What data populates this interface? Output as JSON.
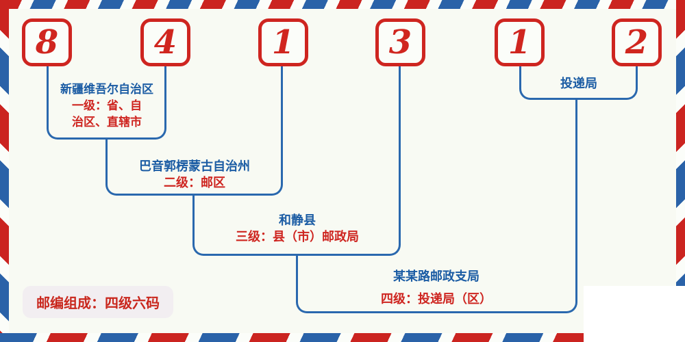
{
  "postal_code": {
    "digits": [
      "8",
      "4",
      "1",
      "3",
      "1",
      "2"
    ]
  },
  "levels": [
    {
      "name": "新疆维吾尔自治区",
      "desc_line1": "一级：省、自",
      "desc_line2": "治区、直辖市"
    },
    {
      "name": "巴音郭楞蒙古自治州",
      "desc": "二级：邮区"
    },
    {
      "name": "和静县",
      "desc": "三级：县（市）邮政局"
    },
    {
      "name": "某某路邮政支局",
      "desc": "四级：投递局（区）"
    },
    {
      "name": "投递局"
    }
  ],
  "badge": {
    "text": "邮编组成：四级六码"
  },
  "colors": {
    "red": "#CE2520",
    "stripe_blue": "#2A62A8",
    "line_blue": "#2A68AE",
    "text_blue": "#1B5CA4",
    "background": "#F8FAF3",
    "badge_bg": "#F2EEF1",
    "patch_white": "#FFFFFF"
  }
}
